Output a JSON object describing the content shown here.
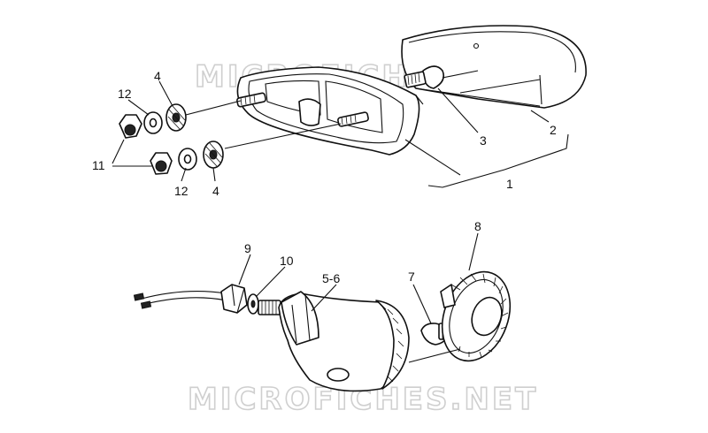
{
  "watermark": {
    "top": "MICROFICHES.NET",
    "bottom": "MICROFICHES.NET"
  },
  "callouts": {
    "c1": "1",
    "c2": "2",
    "c3": "3",
    "c4a": "4",
    "c4b": "4",
    "c5_6": "5-6",
    "c7": "7",
    "c8": "8",
    "c9": "9",
    "c10": "10",
    "c11": "11",
    "c12a": "12",
    "c12b": "12"
  }
}
